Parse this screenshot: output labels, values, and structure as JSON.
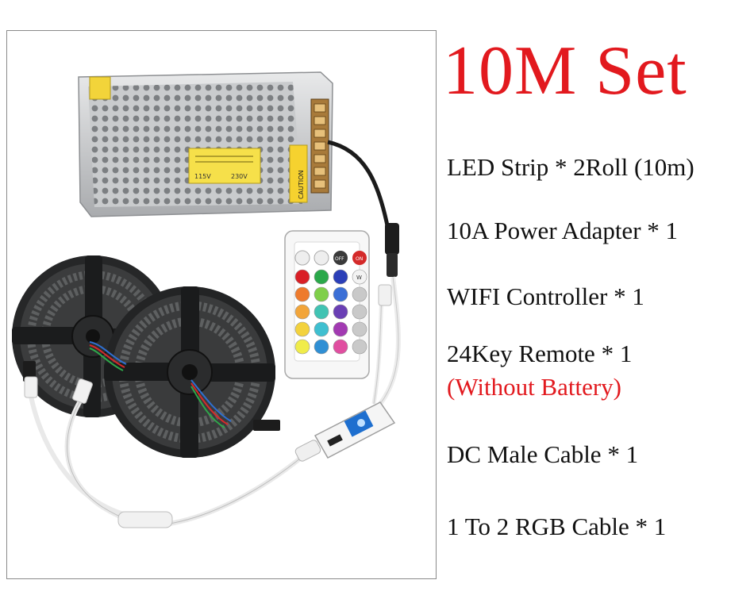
{
  "title": "10M Set",
  "items": [
    {
      "label": "LED Strip * 2Roll (10m)"
    },
    {
      "label": "10A Power Adapter * 1"
    },
    {
      "label": "WIFI Controller * 1"
    },
    {
      "label": "24Key Remote * 1",
      "note": "(Without Battery)"
    },
    {
      "label": "DC Male Cable * 1"
    },
    {
      "label": "1 To 2 RGB Cable * 1"
    }
  ],
  "photo": {
    "psu_label": "CAUTION",
    "psu_voltage_low": "115V",
    "psu_voltage_high": "230V",
    "remote_off_key": "OFF",
    "remote_on_key": "ON",
    "remote_white_key": "W",
    "remote_key_colors": [
      "#d91f26",
      "#2aa84a",
      "#2b3fb8",
      "#f3f3f3",
      "#ee7a2c",
      "#7fcf4a",
      "#3b6fd6",
      "#c9c9c9",
      "#f2a53a",
      "#41c3b3",
      "#6a3fb4",
      "#c9c9c9",
      "#f3d23d",
      "#3fbfd0",
      "#a23ab2",
      "#c9c9c9",
      "#f0ec4a",
      "#2f8fd4",
      "#e04ea0",
      "#c9c9c9"
    ]
  },
  "colors": {
    "accent": "#e2191e",
    "text": "#111111",
    "frame_border": "#8a8a8a"
  }
}
